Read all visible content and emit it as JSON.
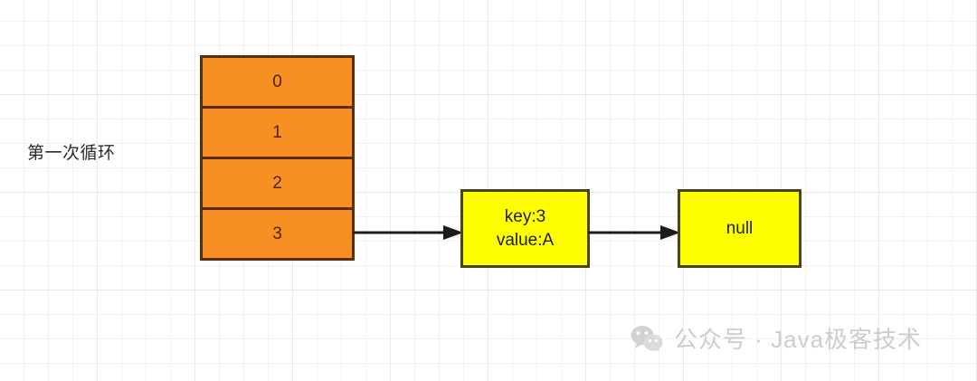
{
  "diagram": {
    "caption": "第一次循环",
    "array": {
      "name": "hash-bucket-array",
      "cells": [
        {
          "label": "0"
        },
        {
          "label": "1"
        },
        {
          "label": "2"
        },
        {
          "label": "3"
        }
      ],
      "fill_color": "#f78f23",
      "border_color": "#5a2c07"
    },
    "nodes": [
      {
        "name": "entry-node",
        "lines": [
          "key:3",
          "value:A"
        ],
        "fill_color": "#ffff00",
        "border_color": "#4b4418"
      },
      {
        "name": "null-node",
        "lines": [
          "null"
        ],
        "fill_color": "#ffff00",
        "border_color": "#4b4418"
      }
    ],
    "arrows": [
      {
        "name": "arrow-bucket3-to-entry",
        "color": "#1c1c1c"
      },
      {
        "name": "arrow-entry-to-null",
        "color": "#1c1c1c"
      }
    ]
  },
  "watermark": {
    "icon": "wechat-icon",
    "text": "公众号 · Java极客技术",
    "color": "#c9c9c9"
  }
}
